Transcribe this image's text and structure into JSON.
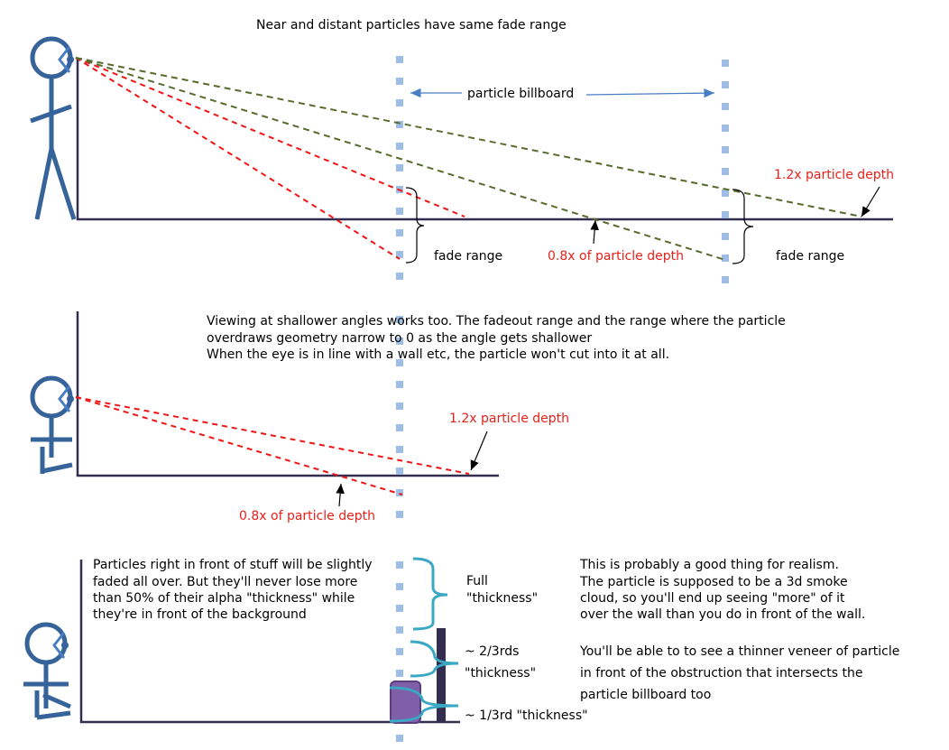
{
  "title": "Near and distant particles have same fade range",
  "section1": {
    "billboard_label": "particle billboard",
    "fade_range_near": "fade range",
    "fade_range_far": "fade range",
    "depth_12": "1.2x particle depth",
    "depth_08": "0.8x of particle depth"
  },
  "section2": {
    "lines": [
      "Viewing at shallower angles works too. The fadeout range and the range where the particle",
      "overdraws geometry narrow to 0 as the angle gets shallower",
      "When the eye is in line with a wall etc, the particle won't cut into it at all."
    ],
    "depth_12": "1.2x particle depth",
    "depth_08": "0.8x of particle depth"
  },
  "section3": {
    "left_lines": [
      "Particles right in front of stuff will be slightly",
      "faded all over. But they'll never lose more",
      "than 50% of their alpha \"thickness\" while",
      "they're in front of the background"
    ],
    "full_label": [
      "Full",
      "\"thickness\""
    ],
    "two_thirds_label": [
      "~ 2/3rds",
      "\"thickness\""
    ],
    "one_third_label": "~ 1/3rd \"thickness\"",
    "right_lines": [
      "This is probably a good thing for realism.",
      "The particle is supposed to be a 3d smoke",
      "cloud, so you'll end up seeing \"more\" of it",
      "over the wall than you do in front of the wall."
    ],
    "right_lines2": [
      "You'll be able to to see a thinner veneer of particle",
      "in front of the obstruction that intersects the",
      "particle billboard too"
    ]
  },
  "colors": {
    "figure": "#35639a",
    "billboard": "#9dbce6",
    "red": "#e8201a",
    "green": "#566b2c",
    "cyan": "#3aa8c4",
    "wall": "#332e50",
    "box": "#7f5fa8"
  }
}
